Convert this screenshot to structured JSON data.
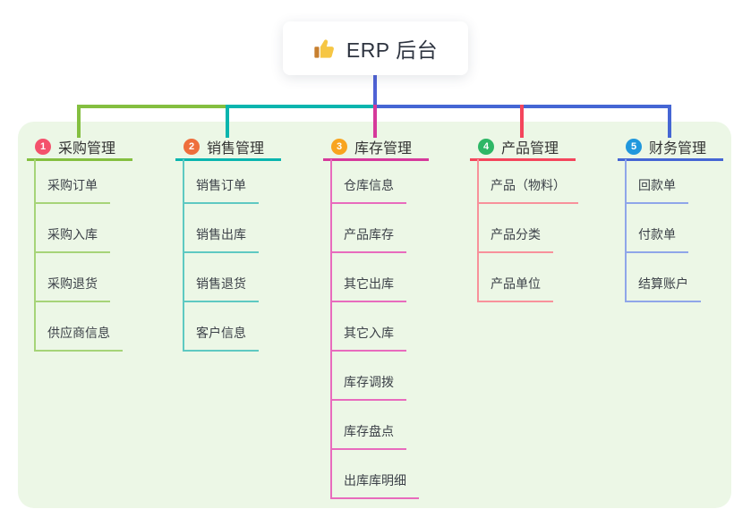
{
  "root": {
    "label": "ERP 后台",
    "icon": "thumbs-up-icon"
  },
  "branches": [
    {
      "badge": "1",
      "label": "采购管理",
      "badge_color": "#f4516c",
      "line_color": "#84bf40",
      "child_line_color": "#a6d478",
      "children": [
        "采购订单",
        "采购入库",
        "采购退货",
        "供应商信息"
      ]
    },
    {
      "badge": "2",
      "label": "销售管理",
      "badge_color": "#ee6e3c",
      "line_color": "#0ab5ae",
      "child_line_color": "#5ec9c2",
      "children": [
        "销售订单",
        "销售出库",
        "销售退货",
        "客户信息"
      ]
    },
    {
      "badge": "3",
      "label": "库存管理",
      "badge_color": "#f8a41f",
      "line_color": "#d6399b",
      "child_line_color": "#e86bbd",
      "children": [
        "仓库信息",
        "产品库存",
        "其它出库",
        "其它入库",
        "库存调拨",
        "库存盘点",
        "出库库明细"
      ]
    },
    {
      "badge": "4",
      "label": "产品管理",
      "badge_color": "#2eb766",
      "line_color": "#f4455c",
      "child_line_color": "#f8919b",
      "children": [
        "产品（物料）",
        "产品分类",
        "产品单位"
      ]
    },
    {
      "badge": "5",
      "label": "财务管理",
      "badge_color": "#2097dd",
      "line_color": "#4566d4",
      "child_line_color": "#8fa6e9",
      "children": [
        "回款单",
        "付款单",
        "结算账户"
      ]
    }
  ],
  "colors": {
    "panel_bg": "#ecf7e6",
    "root_connector": "#4f62d6",
    "root_text": "#2e3440",
    "branch_text": "#333333",
    "child_text": "#3c4148",
    "thumb_hand": "#f6c644",
    "thumb_cuff": "#c77f2e"
  }
}
